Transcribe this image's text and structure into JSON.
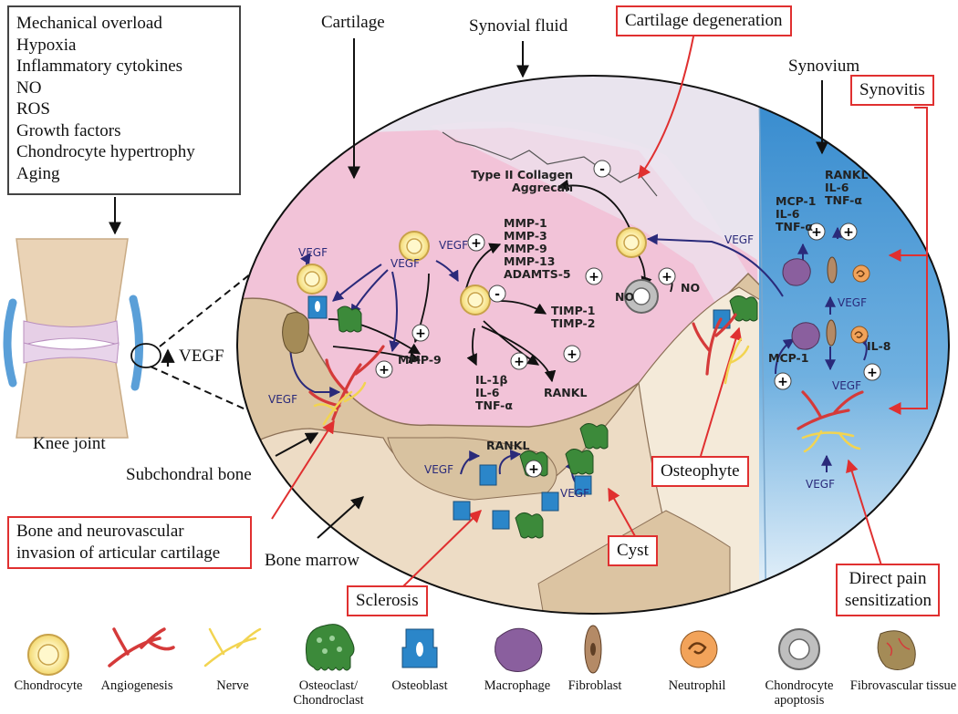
{
  "risk_factors": [
    "Mechanical overload",
    "Hypoxia",
    "Inflammatory cytokines",
    "NO",
    "ROS",
    "Growth factors",
    "Chondrocyte hypertrophy",
    "Aging"
  ],
  "labels": {
    "knee_joint": "Knee joint",
    "up_vegf": "VEGF",
    "cartilage": "Cartilage",
    "synovial_fluid": "Synovial fluid",
    "synovium": "Synovium",
    "subchondral_bone": "Subchondral bone",
    "bone_marrow": "Bone marrow"
  },
  "callouts": {
    "cartilage_degeneration": "Cartilage degeneration",
    "synovitis": "Synovitis",
    "bone_invasion_line1": "Bone and neurovascular",
    "bone_invasion_line2": "invasion of articular cartilage",
    "sclerosis": "Sclerosis",
    "cyst": "Cyst",
    "osteophyte": "Osteophyte",
    "pain_line1": "Direct pain",
    "pain_line2": "sensitization"
  },
  "mediators": {
    "collagen": "Type II Collagen",
    "aggrecan": "Aggrecan",
    "mmp1": "MMP-1",
    "mmp3": "MMP-3",
    "mmp9a": "MMP-9",
    "mmp13": "MMP-13",
    "adamts5": "ADAMTS-5",
    "timp1": "TIMP-1",
    "timp2": "TIMP-2",
    "mmp9b": "MMP-9",
    "il1b": "IL-1β",
    "il6a": "IL-6",
    "tnfa_a": "TNF-α",
    "rankl_a": "RANKL",
    "rankl_b": "RANKL",
    "no_a": "NO",
    "no_b": "NO",
    "mcp1_a": "MCP-1",
    "il6_b": "IL-6",
    "tnfa_b": "TNF-α",
    "rankl_c": "RANKL",
    "il6_c": "IL-6",
    "tnfa_c": "TNF-α",
    "mcp1_b": "MCP-1",
    "il8": "IL-8"
  },
  "vegf_tag": "VEGF",
  "plus": "+",
  "minus": "-",
  "legend": [
    {
      "icon": "chondrocyte",
      "label": "Chondrocyte"
    },
    {
      "icon": "angiogenesis",
      "label": "Angiogenesis"
    },
    {
      "icon": "nerve",
      "label": "Nerve"
    },
    {
      "icon": "osteoclast",
      "label": "Osteoclast/ Chondroclast"
    },
    {
      "icon": "osteoblast",
      "label": "Osteoblast"
    },
    {
      "icon": "macrophage",
      "label": "Macrophage"
    },
    {
      "icon": "fibroblast",
      "label": "Fibroblast"
    },
    {
      "icon": "neutrophil",
      "label": "Neutrophil"
    },
    {
      "icon": "chondrocyte-apoptosis",
      "label": "Chondrocyte apoptosis"
    },
    {
      "icon": "fibrovascular",
      "label": "Fibrovascular tissue"
    }
  ],
  "colors": {
    "cartilage": "#f2c3d8",
    "bone": "#dcc4a2",
    "synovium": "#3d8ed0",
    "red_callout": "#e03030",
    "arrow_blue": "#2a2a7a"
  }
}
